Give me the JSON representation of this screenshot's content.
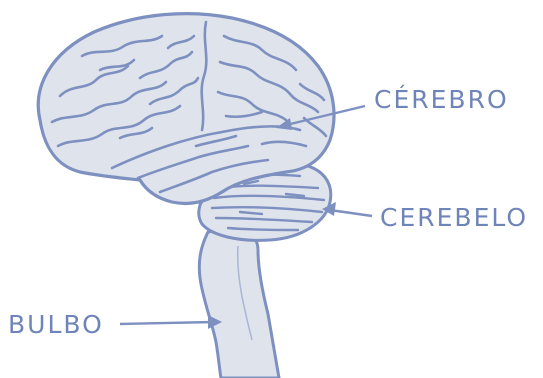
{
  "labels": {
    "cerebro": "CÉREBRO",
    "cerebelo": "CEREBELO",
    "bulbo": "BULBO"
  },
  "colors": {
    "fill": "#dfe3ec",
    "outline": "#7d90c0",
    "label": "#6f84b8",
    "background": "#ffffff"
  }
}
